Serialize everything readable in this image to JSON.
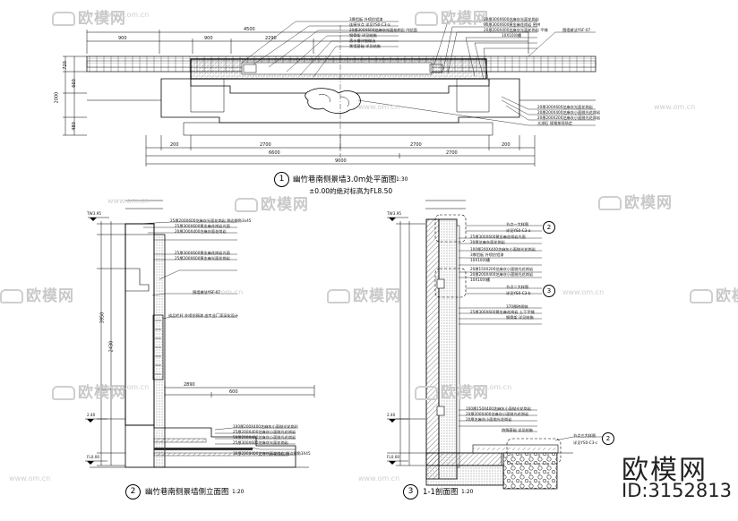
{
  "watermarks": {
    "brand": "欧模网",
    "url": "www.om.cn"
  },
  "drawings": {
    "plan": {
      "number": "1",
      "title": "幽竹巷南侧景墙3.0m处平面图",
      "scale": "1:30",
      "subtitle": "±0.00的绝对标高为FL8.50"
    },
    "elevation": {
      "number": "2",
      "title": "幽竹巷南侧景墙侧立面图",
      "scale": "1:20"
    },
    "section": {
      "number": "3",
      "title": "1-1剖面图",
      "scale": "1:20"
    }
  },
  "plan_dimensions": {
    "top": [
      "4500",
      "900",
      "900",
      "2290"
    ],
    "bottom_row1": [
      "200",
      "2700",
      "2700",
      "200"
    ],
    "bottom_row2": [
      "6600",
      "2700"
    ],
    "bottom_total": "9000",
    "left": [
      "720",
      "660",
      "2000",
      "480"
    ]
  },
  "plan_notes": [
    "3厚铝板 外喷仿铝漆",
    "连接节点 详见YS0-C3-a",
    "20厚300X600芝麻灰光面花岗岩 内贴面",
    "20厚300X600芝麻灰光面花岗岩",
    "钢骨架 详见结施",
    "30厚300X600黄金麻花岗岩 密拼",
    "10X10凹槽",
    "20厚200X400芝麻灰光面花岗岩 平铺",
    "落水槽详细做法",
    "景墙基础 详见结施",
    "围墙做法YSF-07"
  ],
  "plan_notes_right": [
    "20厚300X600芝麻灰光面花岗岩",
    "20厚200X400芝麻灰小面抛光花岗岩",
    "20厚200X200芝麻灰小面抛光花岗岩",
    "太湖石 规格按现场定"
  ],
  "elevation_notes": [
    "25厚200X600芝麻灰光面花岗岩 侧边倒角3x45",
    "25厚300X600黄金麻花岗岩光面",
    "20厚200X400芝麻灰面花岗岩",
    "25厚300X600黄金麻花岗岩光面",
    "25厚200X600黄金麻光面花岗岩",
    "围墙做法YSF-07",
    "成品栏杆 外喷仿铜漆 由专业厂家深化设计",
    "100厚200X400芝麻灰小面抛光花岗岩",
    "25厚200X400芝麻灰小面抛光花岗岩",
    "50厚200X400芝麻灰小面抛光花岗岩",
    "25厚300X600芝麻灰光面花岗岩",
    "30厚200X400芝麻灰面花岗岩 侧边倒角3X45"
  ],
  "elevation_dims": [
    "3950",
    "2890",
    "600",
    "2430"
  ],
  "section_notes": [
    "节点一大样图",
    "详见YS0-C3-a",
    "25厚300X600黄金麻花岗岩光面",
    "20厚芝麻灰面花岗岩",
    "100厚200X400芝麻灰小面抛光花岗岩",
    "3厚铝板 外喷仿铝漆",
    "10X10凹槽",
    "20厚150X200芝麻灰小面抛光花岗岩",
    "20厚200X400芝麻灰小面抛光花岗岩",
    "10X10凹槽",
    "节点二大样图",
    "详见YS0-C3-b",
    "370厚砖砌体",
    "25厚300X600黄金麻花岗岩 上下平铺",
    "钢骨架 详见结施",
    "100厚150X400芝麻灰小面抛光花岗岩",
    "20厚200X400芝麻灰小面抛光花岗岩",
    "20厚芝麻灰小面抛光花岗岩",
    "特殊基础 详见结施",
    "节点三大样图",
    "详见YS0-C3-c"
  ],
  "levels": {
    "top": "TW3.95",
    "mid": "2.40",
    "base": "FL0.00"
  },
  "node_markers": [
    "2",
    "3",
    "2"
  ],
  "footer_brand": {
    "name": "欧模网",
    "id": "ID:3152813"
  }
}
